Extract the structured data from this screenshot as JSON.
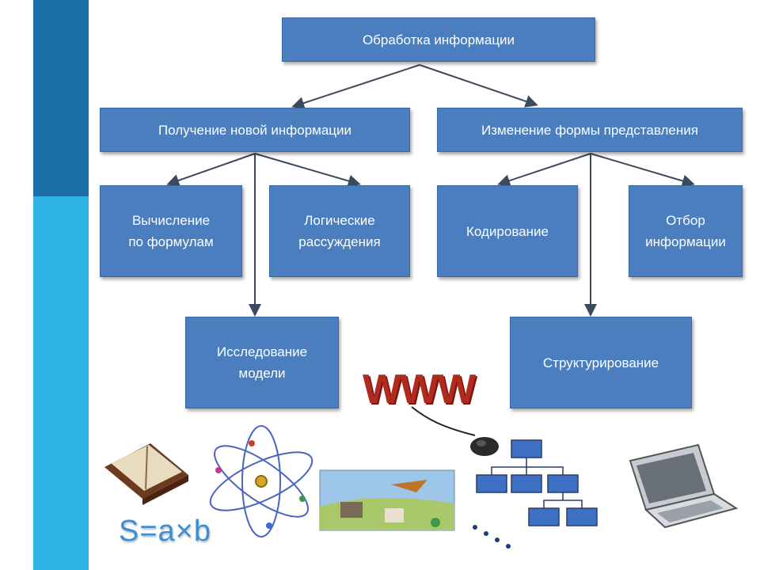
{
  "diagram": {
    "root": "Обработка информации",
    "branch_left": "Получение новой информации",
    "branch_right": "Изменение формы представления",
    "leaves": {
      "calc": [
        "Вычисление",
        "по формулам"
      ],
      "logic": [
        "Логические",
        "рассуждения"
      ],
      "coding": "Кодирование",
      "selection": [
        "Отбор",
        "информации"
      ],
      "research": [
        "Исследование",
        "модели"
      ],
      "structuring": "Структурирование"
    }
  },
  "illustrations": {
    "www_text": "WWW",
    "formula": "S=a×b",
    "icons": [
      "book-icon",
      "atom-icon",
      "landscape-picture",
      "mouse-icon",
      "org-chart-icon",
      "laptop-icon"
    ]
  },
  "colors": {
    "node_fill": "#4a7ebf",
    "node_text": "#ffffff",
    "stripe_dark": "#1c6fa9",
    "stripe_light": "#2fb3e6",
    "www_red": "#b02a1e",
    "formula_blue": "#3a8fd6"
  }
}
